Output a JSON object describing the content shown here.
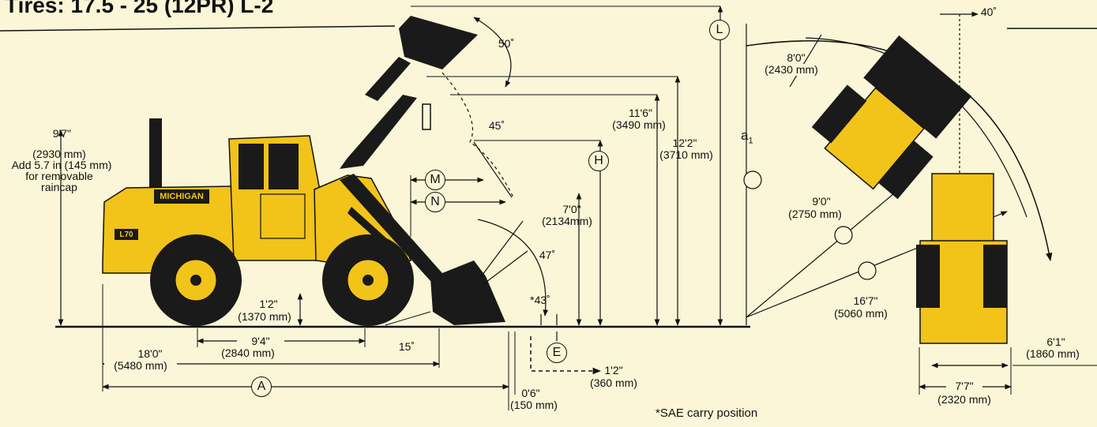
{
  "title": "Tires:  17.5 - 25 (12PR) L-2",
  "brand_decal": "MICHIGAN",
  "model_decal": "L70",
  "footnote": "*SAE carry position",
  "markers": {
    "A": "A",
    "E": "E",
    "H": "H",
    "L": "L",
    "M": "M",
    "N": "N"
  },
  "dims": {
    "height_cab_ft": "9'7\"",
    "height_cab_mm": "(2930 mm)",
    "raincap_note_1": "Add 5.7 in (145 mm)",
    "raincap_note_2": "for removable",
    "raincap_note_3": "raincap",
    "clearance_ft": "1'2\"",
    "clearance_mm": "(1370 mm)",
    "wheelbase_ft": "9'4\"",
    "wheelbase_mm": "(2840 mm)",
    "length_ft": "18'0\"",
    "length_mm": "(5480 mm)",
    "dump_clear_ft": "7'0\"",
    "dump_clear_mm": "(2134mm)",
    "hinge_ft": "11'6\"",
    "hinge_mm": "(3490 mm)",
    "overall_ft": "12'2\"",
    "overall_mm": "(3710 mm)",
    "dig_ft": "1'2\"",
    "dig_mm": "(360 mm)",
    "below_ft": "0'6\"",
    "below_mm": "(150 mm)",
    "turn_outer_ft": "8'0\"",
    "turn_outer_mm": "(2430 mm)",
    "radius_inner_ft": "9'0\"",
    "radius_inner_mm": "(2750 mm)",
    "radius_outer_ft": "16'7\"",
    "radius_outer_mm": "(5060 mm)",
    "tread_ft": "6'1\"",
    "tread_mm": "(1860 mm)",
    "width_ft": "7'7\"",
    "width_mm": "(2320 mm)"
  },
  "angles": {
    "rollback_full": "50˚",
    "dump": "45˚",
    "rollback_47": "47˚",
    "carry_43": "*43˚",
    "approach": "15˚",
    "artic": "40˚"
  },
  "a1_label": "a",
  "a1_sub": "1",
  "colors": {
    "background": "#fbf6d7",
    "machine": "#f2c319",
    "ink": "#111111"
  }
}
